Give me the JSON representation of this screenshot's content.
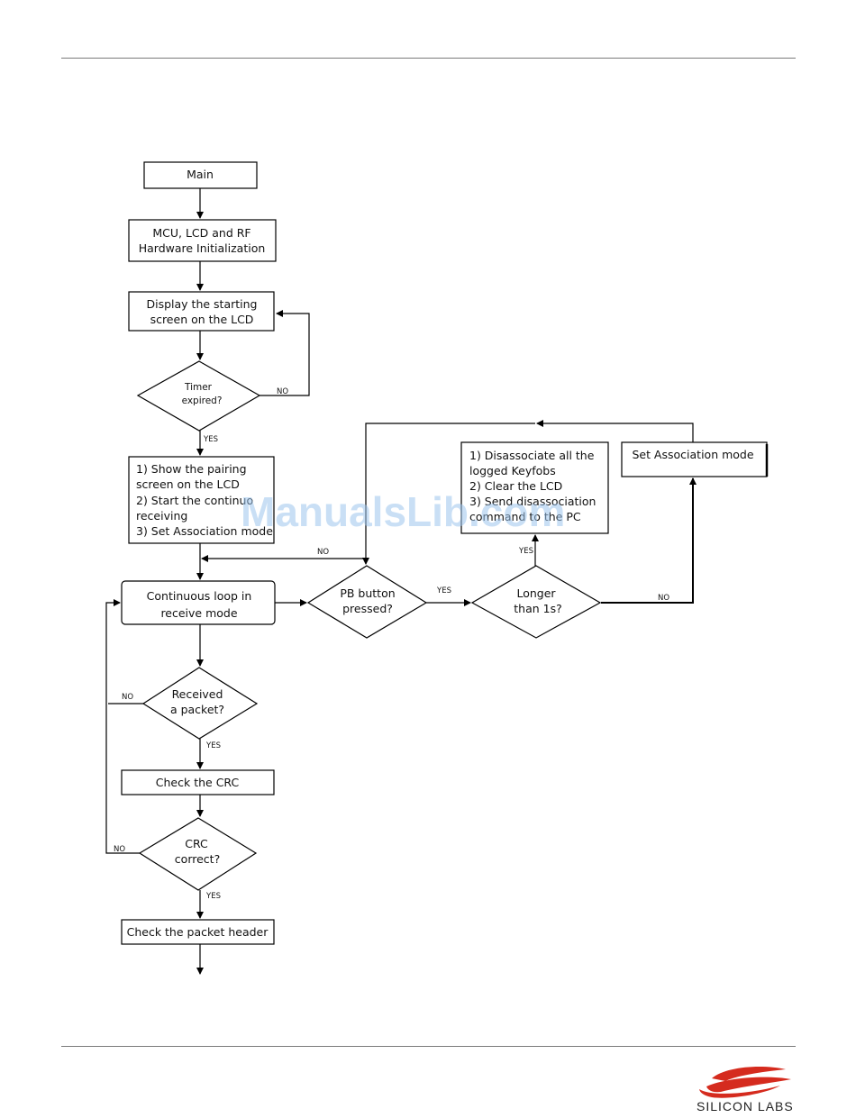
{
  "nodes": {
    "main": "Main",
    "init": [
      "MCU, LCD and RF",
      "Hardware Initialization"
    ],
    "display": [
      "Display the starting",
      "screen on the LCD"
    ],
    "timer": [
      "Timer",
      "expired?"
    ],
    "pairing": [
      "1) Show the pairing",
      "screen on the LCD",
      "2) Start the continuo",
      "receiving",
      "3) Set Association mode"
    ],
    "loop": [
      "Continuous loop in",
      "receive mode"
    ],
    "received": [
      "Received",
      "a packet?"
    ],
    "check_crc": "Check the CRC",
    "crc": [
      "CRC",
      "correct?"
    ],
    "check_header": "Check the packet header",
    "pb": [
      "PB button",
      "pressed?"
    ],
    "longer": [
      "Longer",
      "than 1s?"
    ],
    "disassociate": [
      "1) Disassociate all the",
      "logged Keyfobs",
      "2) Clear the LCD",
      "3) Send disassociation",
      "command to the PC"
    ],
    "set_assoc": "Set Association mode"
  },
  "labels": {
    "yes": "YES",
    "no": "NO"
  },
  "watermark": "ManualsLib.com",
  "logo": {
    "text": "SILICON LABS",
    "color": "#d52b1e"
  }
}
